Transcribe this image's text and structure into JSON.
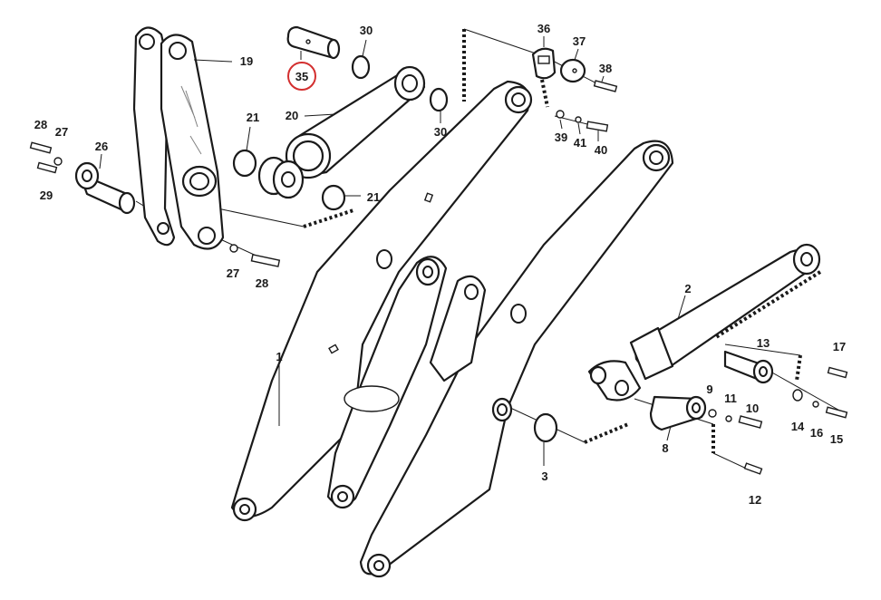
{
  "diagram": {
    "highlight_color": "#d32f2f",
    "highlighted_callout": "35",
    "callouts": [
      {
        "id": "c1",
        "label": "1"
      },
      {
        "id": "c2",
        "label": "2"
      },
      {
        "id": "c3",
        "label": "3"
      },
      {
        "id": "c8",
        "label": "8"
      },
      {
        "id": "c9",
        "label": "9"
      },
      {
        "id": "c10",
        "label": "10"
      },
      {
        "id": "c11",
        "label": "11"
      },
      {
        "id": "c12",
        "label": "12"
      },
      {
        "id": "c13",
        "label": "13"
      },
      {
        "id": "c14",
        "label": "14"
      },
      {
        "id": "c15",
        "label": "15"
      },
      {
        "id": "c16",
        "label": "16"
      },
      {
        "id": "c17",
        "label": "17"
      },
      {
        "id": "c19",
        "label": "19"
      },
      {
        "id": "c20",
        "label": "20"
      },
      {
        "id": "c21a",
        "label": "21"
      },
      {
        "id": "c21b",
        "label": "21"
      },
      {
        "id": "c26",
        "label": "26"
      },
      {
        "id": "c27a",
        "label": "27"
      },
      {
        "id": "c27b",
        "label": "27"
      },
      {
        "id": "c28a",
        "label": "28"
      },
      {
        "id": "c28b",
        "label": "28"
      },
      {
        "id": "c29",
        "label": "29"
      },
      {
        "id": "c30a",
        "label": "30"
      },
      {
        "id": "c30b",
        "label": "30"
      },
      {
        "id": "c35",
        "label": "35"
      },
      {
        "id": "c36",
        "label": "36"
      },
      {
        "id": "c37",
        "label": "37"
      },
      {
        "id": "c38",
        "label": "38"
      },
      {
        "id": "c39",
        "label": "39"
      },
      {
        "id": "c40",
        "label": "40"
      },
      {
        "id": "c41",
        "label": "41"
      }
    ]
  }
}
